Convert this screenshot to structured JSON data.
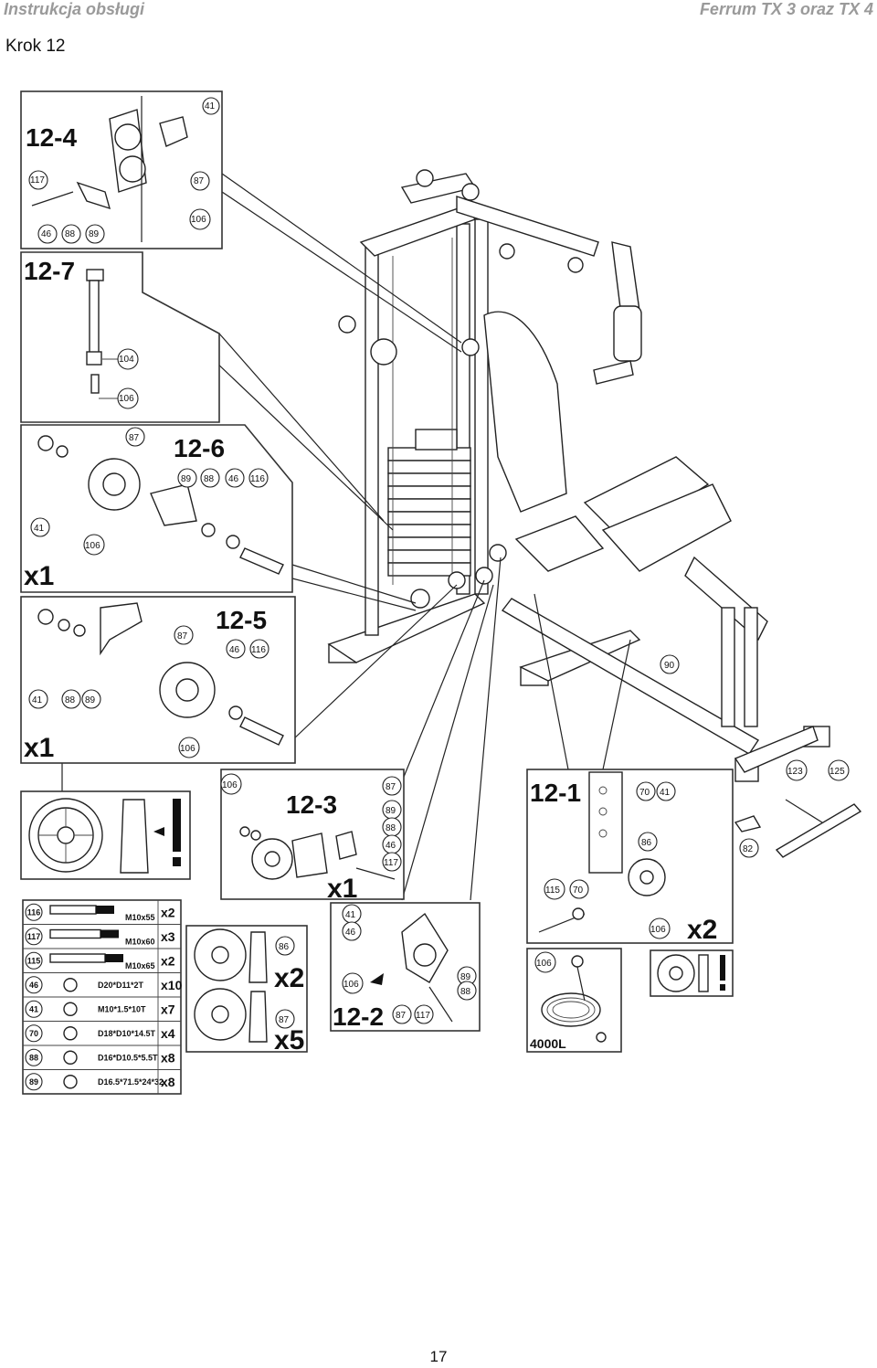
{
  "header": {
    "left": "Instrukcja obsługi",
    "right": "Ferrum TX 3 oraz TX 4"
  },
  "step_title": "Krok 12",
  "page_number": "17",
  "panels": {
    "p12_4": {
      "label": "12-4",
      "parts": [
        "41",
        "117",
        "87",
        "106",
        "46",
        "88",
        "89"
      ]
    },
    "p12_7": {
      "label": "12-7",
      "parts": [
        "104",
        "106"
      ]
    },
    "p12_6": {
      "label": "12-6",
      "qty": "x1",
      "parts": [
        "87",
        "89",
        "88",
        "46",
        "116",
        "41",
        "106"
      ]
    },
    "p12_5": {
      "label": "12-5",
      "qty": "x1",
      "parts": [
        "87",
        "46",
        "116",
        "41",
        "88",
        "89",
        "106"
      ]
    },
    "p12_3": {
      "label": "12-3",
      "qty": "x1",
      "parts": [
        "106",
        "87",
        "89",
        "88",
        "46",
        "117"
      ]
    },
    "p12_2": {
      "label": "12-2",
      "parts": [
        "41",
        "46",
        "106",
        "89",
        "88",
        "87",
        "117"
      ]
    },
    "p12_1": {
      "label": "12-1",
      "qty": "x2",
      "parts": [
        "70",
        "41",
        "86",
        "115",
        "70",
        "106"
      ]
    },
    "cable": {
      "label": "4000L",
      "part": "106"
    },
    "handle": {
      "parts": [
        "123",
        "125",
        "82"
      ]
    },
    "frame_part": "90"
  },
  "pulleys": {
    "p86": "86",
    "q86": "x2",
    "p87": "87",
    "q87": "x5"
  },
  "hardware_table": [
    {
      "id": "116",
      "spec": "M10x55",
      "qty": "x2"
    },
    {
      "id": "117",
      "spec": "M10x60",
      "qty": "x3"
    },
    {
      "id": "115",
      "spec": "M10x65",
      "qty": "x2"
    },
    {
      "id": "46",
      "spec": "D20*D11*2T",
      "qty": "x10"
    },
    {
      "id": "41",
      "spec": "M10*1.5*10T",
      "qty": "x7"
    },
    {
      "id": "70",
      "spec": "D18*D10*14.5T",
      "qty": "x4"
    },
    {
      "id": "88",
      "spec": "D16*D10.5*5.5T",
      "qty": "x8"
    },
    {
      "id": "89",
      "spec": "D16.5*71.5*24*32",
      "qty": "x8"
    }
  ]
}
